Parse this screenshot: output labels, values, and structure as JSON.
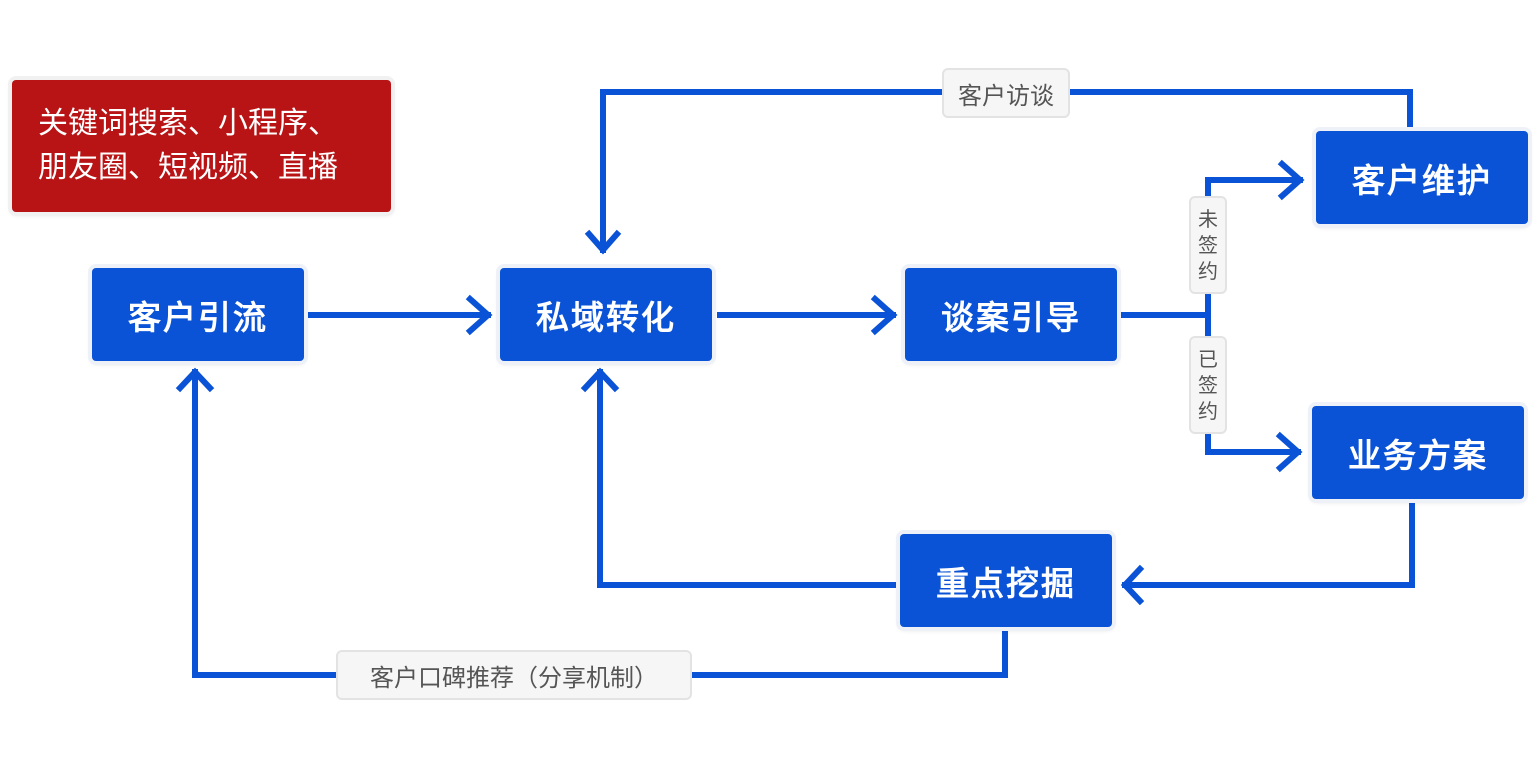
{
  "colors": {
    "primary": "#0a52d6",
    "note": "#b81315",
    "line": "#0a52d6"
  },
  "note": {
    "text": "关键词搜索、小程序、朋友圈、短视频、直播"
  },
  "nodes": {
    "customer_acquisition": "客户引流",
    "private_conversion": "私域转化",
    "case_negotiation": "谈案引导",
    "customer_maintenance": "客户维护",
    "business_plan": "业务方案",
    "key_mining": "重点挖掘"
  },
  "labels": {
    "interview": "客户访谈",
    "unsigned": "未签约",
    "signed": "已签约",
    "referral": "客户口碑推荐（分享机制）"
  }
}
